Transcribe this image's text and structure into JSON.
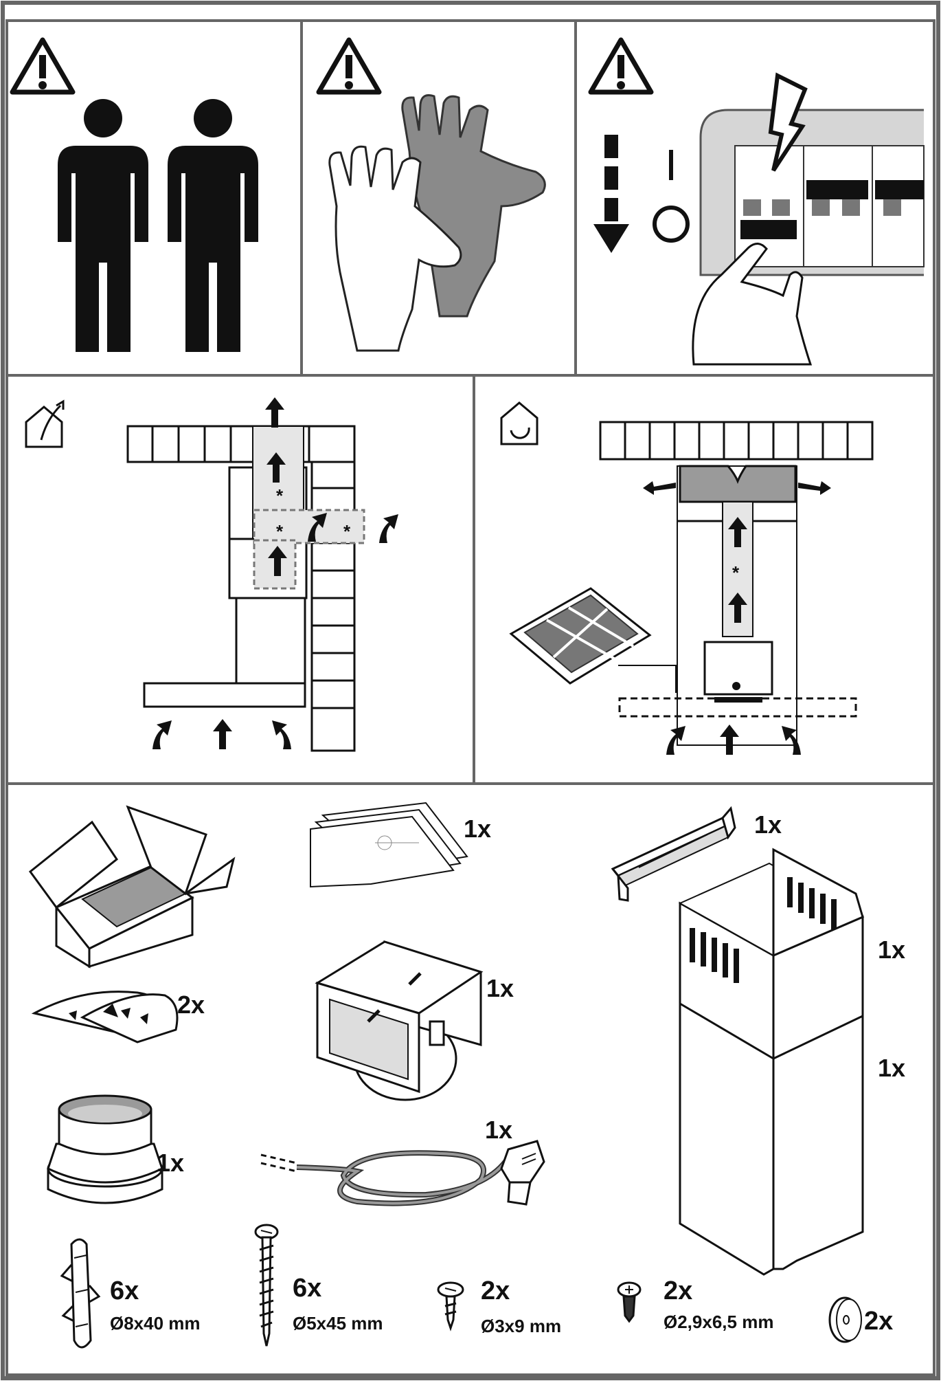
{
  "colors": {
    "frame": "#666666",
    "ink": "#111111",
    "shade": "#9a9a9a",
    "light": "#e6e6e6"
  },
  "safety": [
    {
      "icon": "two-persons-icon"
    },
    {
      "icon": "protective-gloves-icon"
    },
    {
      "icon": "disconnect-power-icon"
    }
  ],
  "modes": [
    {
      "icon": "extraction-mode-icon"
    },
    {
      "icon": "recirculation-mode-icon"
    }
  ],
  "parts": {
    "manual": "1x",
    "bracket": "1x",
    "upper_chimney": "1x",
    "lower_chimney": "1x",
    "spacers": "2x",
    "deflector": "1x",
    "reducer": "1x",
    "cable": "1x",
    "wall_plug": {
      "qty": "6x",
      "size": "Ø8x40 mm"
    },
    "screw_long": {
      "qty": "6x",
      "size": "Ø5x45 mm"
    },
    "screw_small": {
      "qty": "2x",
      "size": "Ø3x9 mm"
    },
    "screw_tiny": {
      "qty": "2x",
      "size": "Ø2,9x6,5 mm"
    },
    "washer": {
      "qty": "2x"
    }
  }
}
